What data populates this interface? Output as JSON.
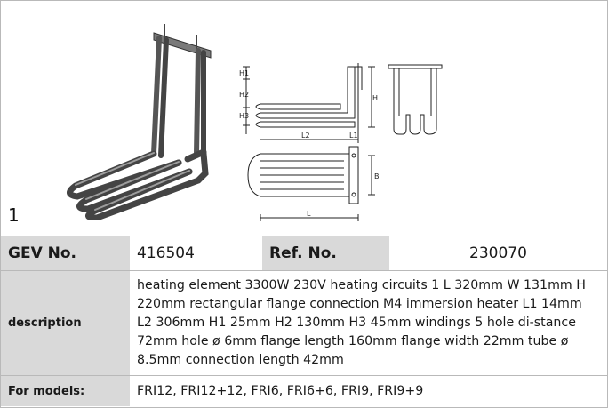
{
  "figure": {
    "number": "1",
    "dimension_labels": {
      "h1": "H1",
      "h2": "H2",
      "h3": "H3",
      "h": "H",
      "l1": "L1",
      "l2": "L2",
      "b": "B",
      "l": "L"
    }
  },
  "table": {
    "gev_label": "GEV No.",
    "gev_value": "416504",
    "ref_label": "Ref. No.",
    "ref_value": "230070",
    "description_label": "description",
    "description_text": "heating element  3300W 230V heating circuits 1 L 320mm W 131mm H 220mm rectangular flange connection M4 immersion heater L1 14mm L2 306mm H1 25mm H2 130mm H3 45mm windings 5 hole di-stance 72mm hole ø 6mm flange length 160mm flange width 22mm tube ø 8.5mm connection length 42mm",
    "models_label": "For models:",
    "models_value": "FRI12, FRI12+12, FRI6, FRI6+6, FRI9, FRI9+9"
  }
}
